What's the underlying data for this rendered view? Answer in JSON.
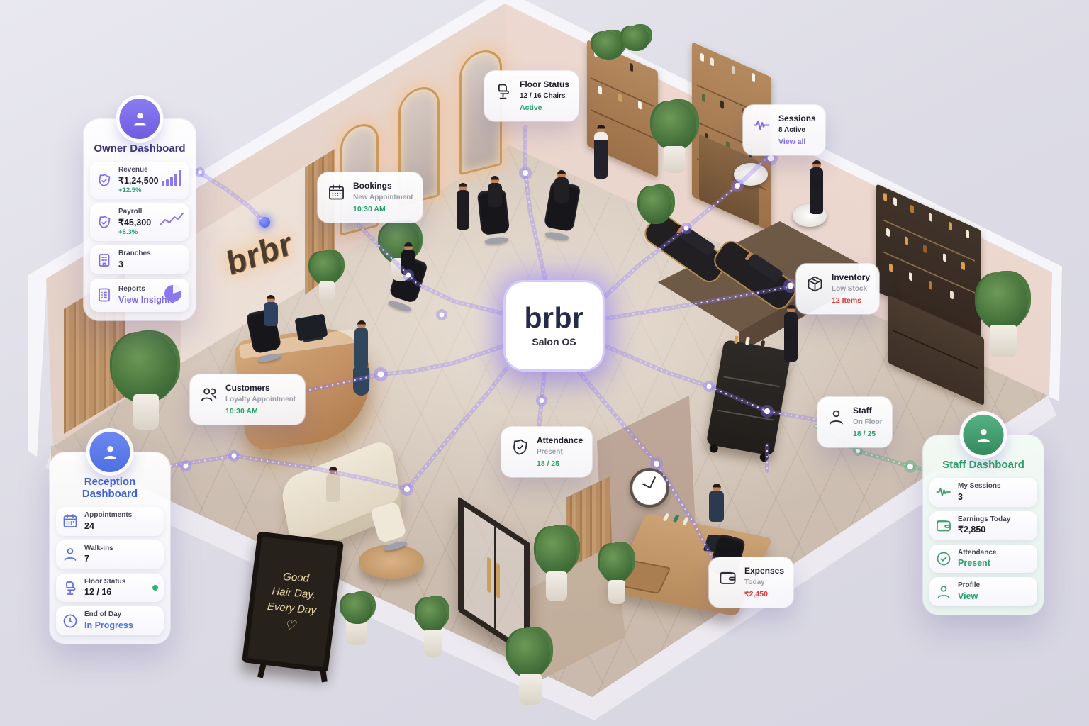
{
  "brand": {
    "wall_logo": "brbr",
    "hub_title": "brbr",
    "hub_subtitle": "Salon OS"
  },
  "sign": {
    "line1": "Good",
    "line2": "Hair Day,",
    "line3": "Every Day",
    "heart": "♡"
  },
  "colors": {
    "purple": "#7c6aea",
    "blue": "#4d6fe3",
    "green": "#27a36a",
    "red": "#e03b3b",
    "dark_text": "#1c1d29",
    "gray_text": "#9b9ca8",
    "connector_glow": "#b9aaff"
  },
  "dashboards": {
    "owner": {
      "title": "Owner Dashboard",
      "items": [
        {
          "icon": "badge-check-icon",
          "label": "Revenue",
          "value": "₹1,24,500",
          "sub": "+12.5%"
        },
        {
          "icon": "badge-check-icon",
          "label": "Payroll",
          "value": "₹45,300",
          "sub": "+8.3%"
        },
        {
          "icon": "building-icon",
          "label": "Branches",
          "value": "3"
        },
        {
          "icon": "report-icon",
          "label": "Reports",
          "value": "View Insights"
        }
      ]
    },
    "reception": {
      "title": "Reception Dashboard",
      "items": [
        {
          "icon": "calendar-icon",
          "label": "Appointments",
          "value": "24"
        },
        {
          "icon": "person-icon",
          "label": "Walk-ins",
          "value": "7"
        },
        {
          "icon": "chair-icon",
          "label": "Floor Status",
          "value": "12 / 16"
        },
        {
          "icon": "clock-icon",
          "label": "End of Day",
          "value": "In Progress"
        }
      ]
    },
    "staff": {
      "title": "Staff Dashboard",
      "items": [
        {
          "icon": "waveform-icon",
          "label": "My Sessions",
          "value": "3"
        },
        {
          "icon": "wallet-icon",
          "label": "Earnings Today",
          "value": "₹2,850"
        },
        {
          "icon": "check-circle-icon",
          "label": "Attendance",
          "value": "Present"
        },
        {
          "icon": "person-icon",
          "label": "Profile",
          "value": "View"
        }
      ]
    }
  },
  "floating_cards": [
    {
      "id": "floor-status",
      "icon": "chair-icon",
      "title": "Floor Status",
      "line2": "12 / 16 Chairs",
      "line3": "Active"
    },
    {
      "id": "bookings",
      "icon": "calendar-icon",
      "title": "Bookings",
      "line2": "New Appointment",
      "line3": "10:30 AM"
    },
    {
      "id": "sessions",
      "icon": "waveform-icon",
      "title": "Sessions",
      "line2": "8 Active",
      "line3": "View all"
    },
    {
      "id": "inventory",
      "icon": "box-icon",
      "title": "Inventory",
      "line2": "Low Stock",
      "line3": "12 Items"
    },
    {
      "id": "customers",
      "icon": "people-icon",
      "title": "Customers",
      "line2": "Loyalty Appointment",
      "line3": "10:30 AM"
    },
    {
      "id": "attendance",
      "icon": "badge-check-icon",
      "title": "Attendance",
      "line2": "Present",
      "line3": "18 / 25"
    },
    {
      "id": "staff",
      "icon": "person-icon",
      "title": "Staff",
      "line2": "On Floor",
      "line3": "18 / 25"
    },
    {
      "id": "expenses",
      "icon": "wallet-icon",
      "title": "Expenses",
      "line2": "Today",
      "line3": "₹2,450"
    }
  ]
}
